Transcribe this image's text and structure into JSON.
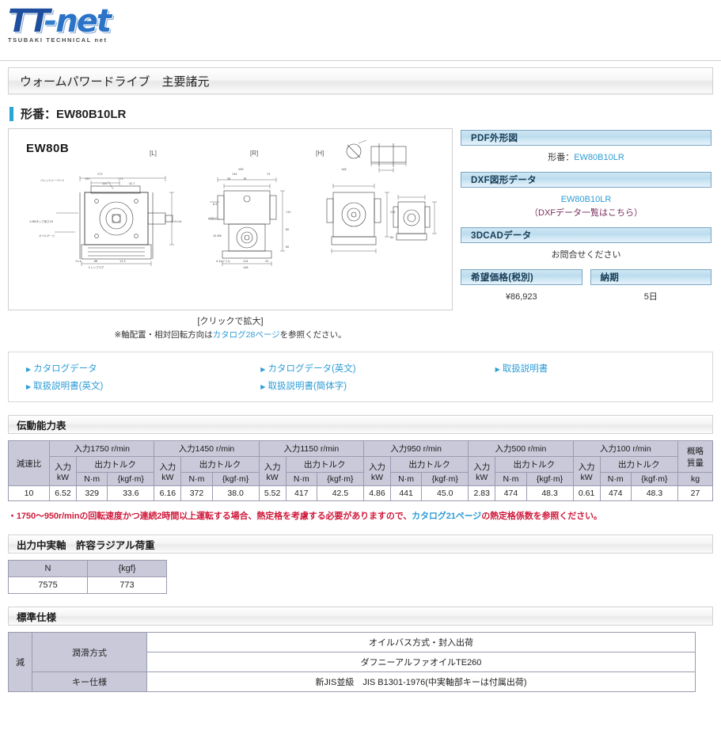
{
  "logo": {
    "main_tt": "TT",
    "main_dash": "-",
    "main_net": "net",
    "subtitle": "TSUBAKI TECHNICAL net"
  },
  "title_bar": {
    "text": "ウォームパワードライブ　主要諸元"
  },
  "model": {
    "label": "形番：EW80B10LR"
  },
  "drawing": {
    "product_name": "EW80B",
    "view_l": "[L]",
    "view_r": "[R]",
    "view_h": "[H]",
    "click_to_enlarge": "[クリックで拡大]",
    "note_prefix": "※軸配置・相対回転方向は",
    "note_link": "カタログ28ページ",
    "note_suffix": "を参照ください。"
  },
  "side": {
    "pdf_header": "PDF外形図",
    "pdf_label": "形番：",
    "pdf_value": "EW80B10LR",
    "dxf_header": "DXF図形データ",
    "dxf_value": "EW80B10LR",
    "dxf_list_link": "（DXFデータ一覧はこちら）",
    "cad3d_header": "3DCADデータ",
    "cad3d_value": "お問合せください",
    "price_header": "希望価格(税別)",
    "price_value": "¥86,923",
    "delivery_header": "納期",
    "delivery_value": "5日"
  },
  "links": [
    "カタログデータ",
    "カタログデータ(英文)",
    "取扱説明書",
    "取扱説明書(英文)",
    "取扱説明書(簡体字)"
  ],
  "perf": {
    "section_title": "伝動能力表",
    "ratio_header": "減速比",
    "mass_header_1": "概略",
    "mass_header_2": "質量",
    "mass_header_3": "kg",
    "input_label": "入力",
    "input_unit": "kW",
    "torque_label": "出力トルク",
    "unit_nm": "N·m",
    "unit_kgfm": "{kgf·m}",
    "groups": [
      "入力1750  r/min",
      "入力1450  r/min",
      "入力1150  r/min",
      "入力950  r/min",
      "入力500  r/min",
      "入力100  r/min"
    ],
    "row": {
      "ratio": "10",
      "cells": [
        "6.52",
        "329",
        "33.6",
        "6.16",
        "372",
        "38.0",
        "5.52",
        "417",
        "42.5",
        "4.86",
        "441",
        "45.0",
        "2.83",
        "474",
        "48.3",
        "0.61",
        "474",
        "48.3"
      ],
      "mass": "27"
    },
    "warning_pre": "・1750〜950r/minの回転速度かつ連続2時間以上運転する場合、熱定格を考慮する必要がありますので、",
    "warning_link": "カタログ21ページ",
    "warning_post": "の熱定格係数を参照ください。"
  },
  "radial": {
    "section_title": "出力中実軸　許容ラジアル荷重",
    "headers": [
      "N",
      "{kgf}"
    ],
    "values": [
      "7575",
      "773"
    ]
  },
  "standard": {
    "section_title": "標準仕様",
    "row_group": "減",
    "lubrication_label": "潤滑方式",
    "lubrication_value_1": "オイルバス方式・封入出荷",
    "lubrication_value_2": "ダフニーアルファオイルTE260",
    "key_label": "キー仕様",
    "key_value": "新JIS並級　JIS B1301-1976(中実軸部キーは付属出荷)"
  },
  "colors": {
    "accent": "#27a6d8",
    "link": "#2d9cd6",
    "warning": "#cf1a3c",
    "table_header": "#c9c9da",
    "blue_bar": "#bbdcee"
  }
}
